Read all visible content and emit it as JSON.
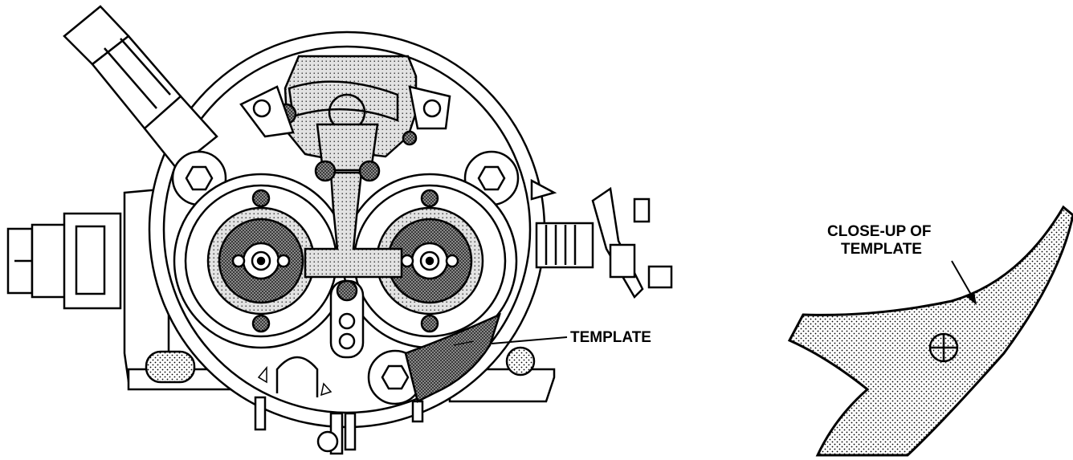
{
  "labels": {
    "template": "TEMPLATE",
    "closeup_line1": "CLOSE-UP OF",
    "closeup_line2": "TEMPLATE"
  },
  "colors": {
    "ink": "#000000",
    "paper": "#ffffff",
    "stipple_light": "#cfcfcf",
    "stipple_dark": "#6e6e6e"
  }
}
